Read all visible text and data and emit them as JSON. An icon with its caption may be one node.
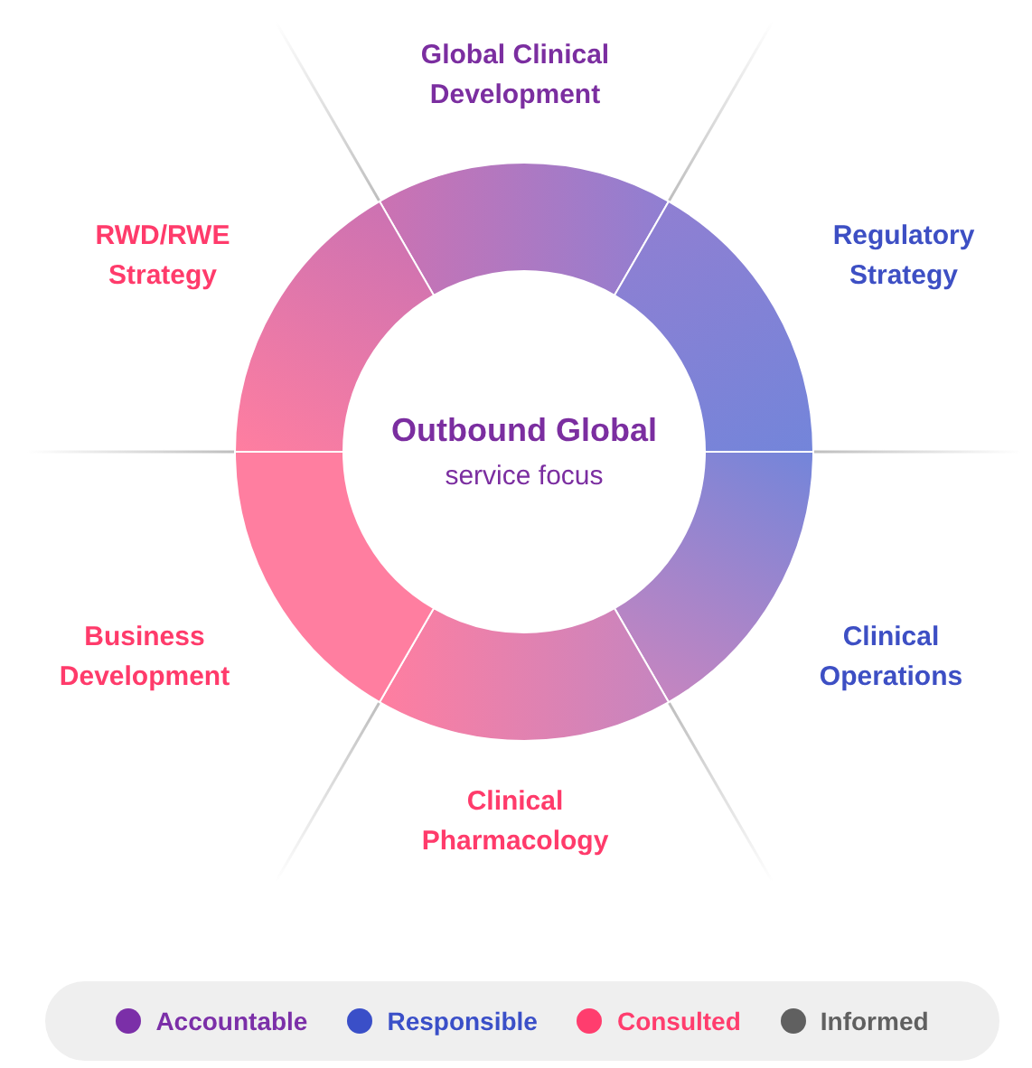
{
  "diagram": {
    "nodes": [
      {
        "text": [
          "Global Clinical Development"
        ]
      },
      {
        "text": [
          "Regulatory Strategy"
        ]
      },
      {
        "text": [
          "Clinical Operations"
        ]
      },
      {
        "text": [
          "Clinical Pharmacology"
        ]
      },
      {
        "text": [
          "Business Development"
        ]
      },
      {
        "text": [
          "RWD/RWE Strategy"
        ]
      },
      {
        "text": [
          "Outbound Global",
          "service focus"
        ]
      }
    ],
    "legend": [
      {
        "text": "Accountable",
        "color": "#7b2fa8"
      },
      {
        "text": "Responsible",
        "color": "#3a4fc8"
      },
      {
        "text": "Consulted",
        "color": "#ff3d6e"
      },
      {
        "text": "Informed",
        "color": "#606060"
      }
    ]
  }
}
